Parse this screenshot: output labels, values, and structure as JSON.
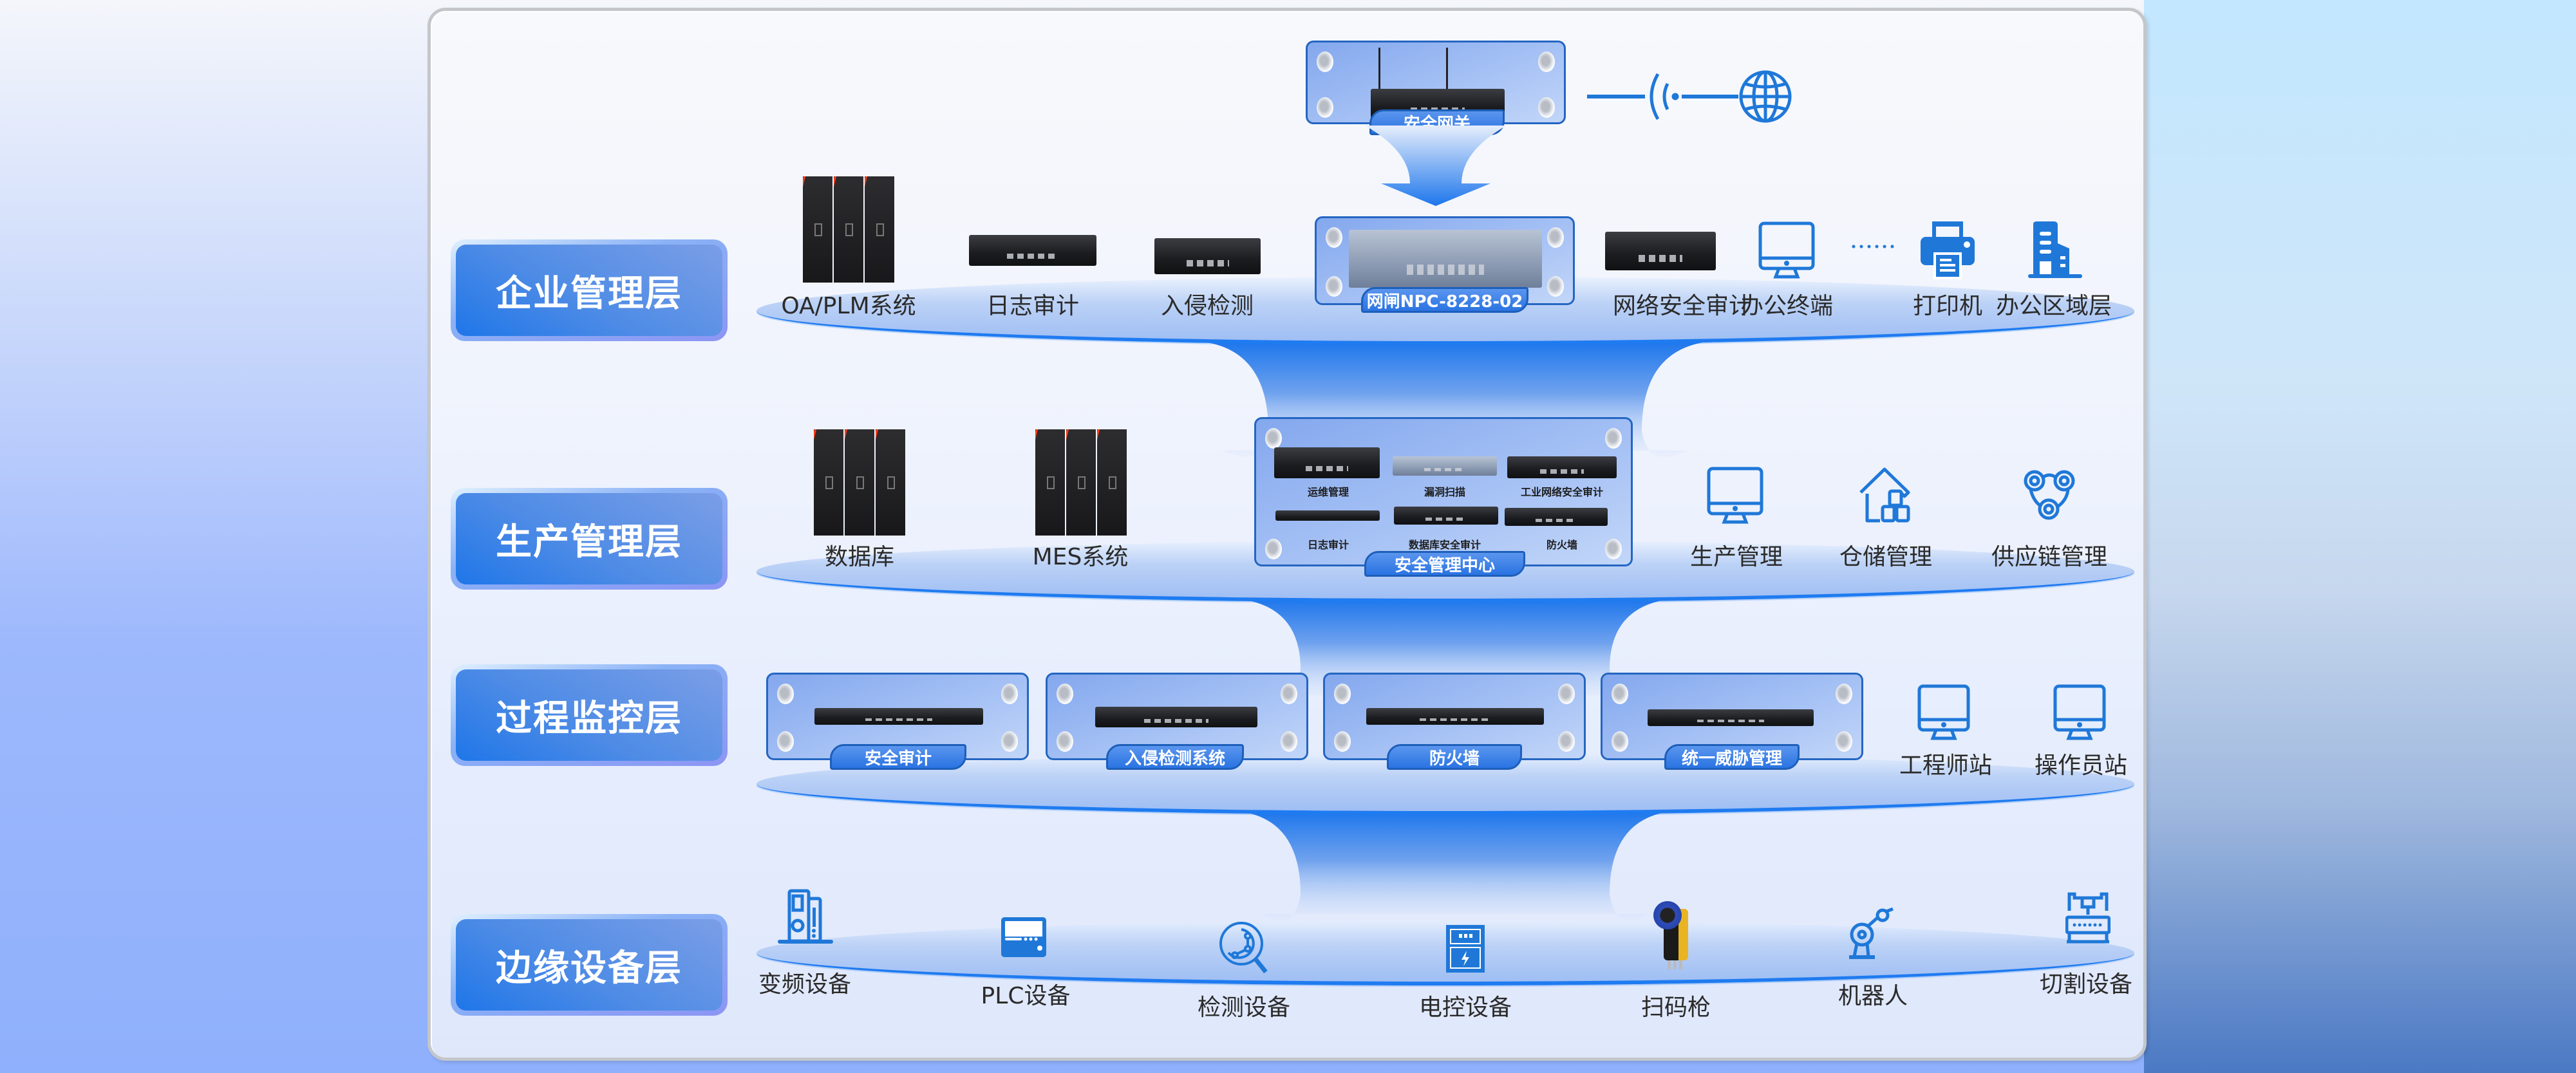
{
  "colors": {
    "accent": "#1f7bf0",
    "icon": "#1f78d8",
    "text": "#2b2b2b",
    "tag_bg": "#2a74e2"
  },
  "top": {
    "gateway_tag": "安全网关",
    "globe_icon": "globe-icon",
    "wifi_icon": "wifi-icon"
  },
  "layers": [
    {
      "title": "企业管理层",
      "items": [
        {
          "label": "OA/PLM系统",
          "icon": "server-rack"
        },
        {
          "label": "日志审计",
          "icon": "server-device"
        },
        {
          "label": "入侵检测",
          "icon": "server-device"
        },
        {
          "label": "网闸NPC-8228-02",
          "icon": "network-gate-device",
          "tagged": true
        },
        {
          "label": "网络安全审计",
          "icon": "server-device"
        },
        {
          "label": "办公终端",
          "icon": "monitor-icon"
        },
        {
          "label": "……",
          "icon": "ellipsis"
        },
        {
          "label": "打印机",
          "icon": "printer-icon"
        },
        {
          "label": "办公区域层",
          "icon": "building-icon"
        }
      ]
    },
    {
      "title": "生产管理层",
      "items": [
        {
          "label": "数据库",
          "icon": "server-rack"
        },
        {
          "label": "MES系统",
          "icon": "server-rack"
        },
        {
          "label": "生产管理",
          "icon": "monitor-icon"
        },
        {
          "label": "仓储管理",
          "icon": "warehouse-icon"
        },
        {
          "label": "供应链管理",
          "icon": "supply-chain-icon"
        }
      ],
      "center": {
        "tag": "安全管理中心",
        "devices": [
          "运维管理",
          "漏洞扫描",
          "工业网络安全审计",
          "日志审计",
          "数据库安全审计",
          "防火墙"
        ]
      }
    },
    {
      "title": "过程监控层",
      "cards": [
        "安全审计",
        "入侵检测系统",
        "防火墙",
        "统一威胁管理"
      ],
      "items": [
        {
          "label": "工程师站",
          "icon": "monitor-icon"
        },
        {
          "label": "操作员站",
          "icon": "monitor-icon"
        }
      ]
    },
    {
      "title": "边缘设备层",
      "items": [
        {
          "label": "变频设备",
          "icon": "inverter-icon"
        },
        {
          "label": "PLC设备",
          "icon": "plc-icon"
        },
        {
          "label": "检测设备",
          "icon": "inspection-icon"
        },
        {
          "label": "电控设备",
          "icon": "electric-control-icon"
        },
        {
          "label": "扫码枪",
          "icon": "barcode-scanner"
        },
        {
          "label": "机器人",
          "icon": "robot-arm-icon"
        },
        {
          "label": "切割设备",
          "icon": "cutting-machine-icon"
        }
      ]
    }
  ]
}
